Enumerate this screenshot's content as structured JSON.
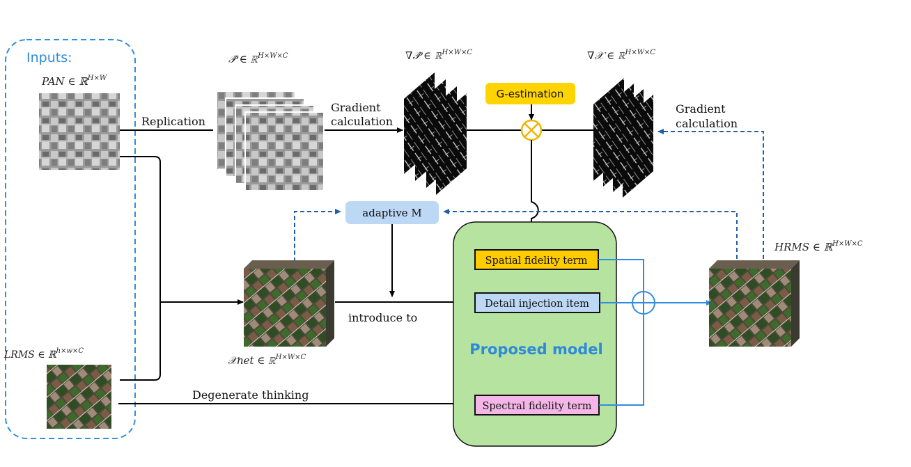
{
  "inputs": {
    "title": "Inputs:",
    "pan_label": "PAN ∈ ℝ",
    "pan_sup": "H×W",
    "lrms_label": "LRMS ∈ ℝ",
    "lrms_sup": "h×w×C"
  },
  "formulas": {
    "p_hat": "𝒫̂ ∈ ℝ",
    "p_hat_sup": "H×W×C",
    "grad_p_hat": "∇𝒫̂ ∈ ℝ",
    "grad_p_hat_sup": "H×W×C",
    "grad_x": "∇𝒳 ∈ ℝ",
    "grad_x_sup": "H×W×C",
    "xnet": "𝒳net ∈ ℝ",
    "xnet_sup": "H×W×C",
    "hrms": "HRMS ∈ ℝ",
    "hrms_sup": "H×W×C"
  },
  "labels": {
    "replication": "Replication",
    "gradient_calc_1a": "Gradient",
    "gradient_calc_1b": "calculation",
    "gradient_calc_2a": "Gradient",
    "gradient_calc_2b": "calculation",
    "introduce_to": "introduce to",
    "degenerate": "Degenerate thinking"
  },
  "boxes": {
    "g_estimation": "G-estimation",
    "adaptive_m": "adaptive M",
    "spatial": "Spatial fidelity term",
    "detail": "Detail injection item",
    "spectral": "Spectral fidelity term",
    "proposed_model": "Proposed model"
  },
  "colors": {
    "dashed_blue": "#1f5fa8",
    "inputs_title": "#2f8ad8",
    "g_estimation_fill": "#ffd400",
    "adaptive_m_fill": "#bcd8f5",
    "model_fill": "#b7e3a1",
    "spatial_fill": "#ffcc00",
    "detail_fill": "#bcd8f5",
    "spectral_fill": "#f4b6e6",
    "proposed_text": "#2f8ad8",
    "blue_line": "#2e8de0",
    "otimes": "#f0b400"
  }
}
